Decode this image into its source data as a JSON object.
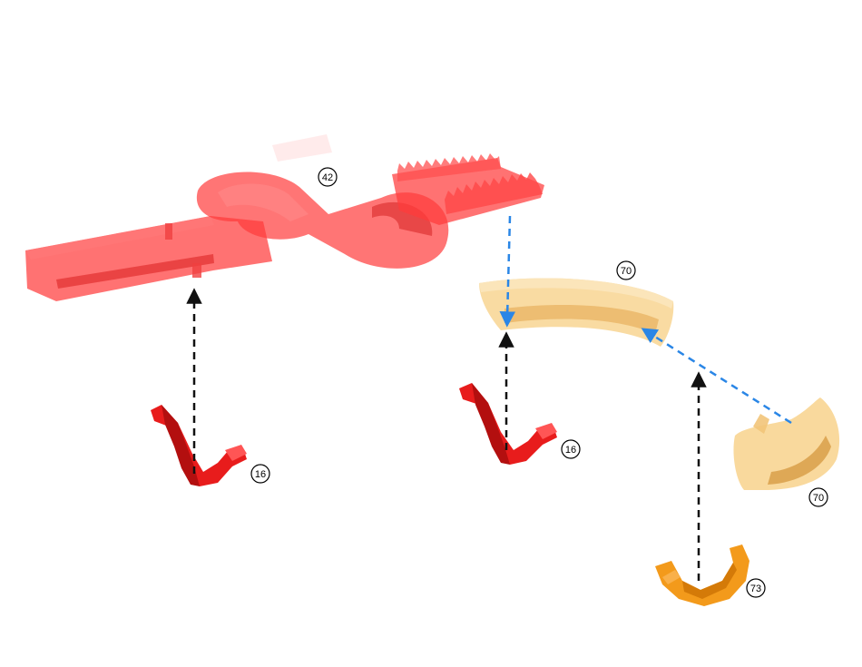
{
  "parts": [
    {
      "id": "part-42",
      "label": "42",
      "color": "#ee3b3b"
    },
    {
      "id": "part-70a",
      "label": "70",
      "color": "#f6cf8a"
    },
    {
      "id": "part-70b",
      "label": "70",
      "color": "#f6cf8a"
    },
    {
      "id": "part-16a",
      "label": "16",
      "color": "#e81c1c"
    },
    {
      "id": "part-16b",
      "label": "16",
      "color": "#e81c1c"
    },
    {
      "id": "part-73",
      "label": "73",
      "color": "#f39a1b"
    }
  ],
  "arrow_colors": {
    "black": "#111111",
    "blue": "#2a86e6"
  }
}
